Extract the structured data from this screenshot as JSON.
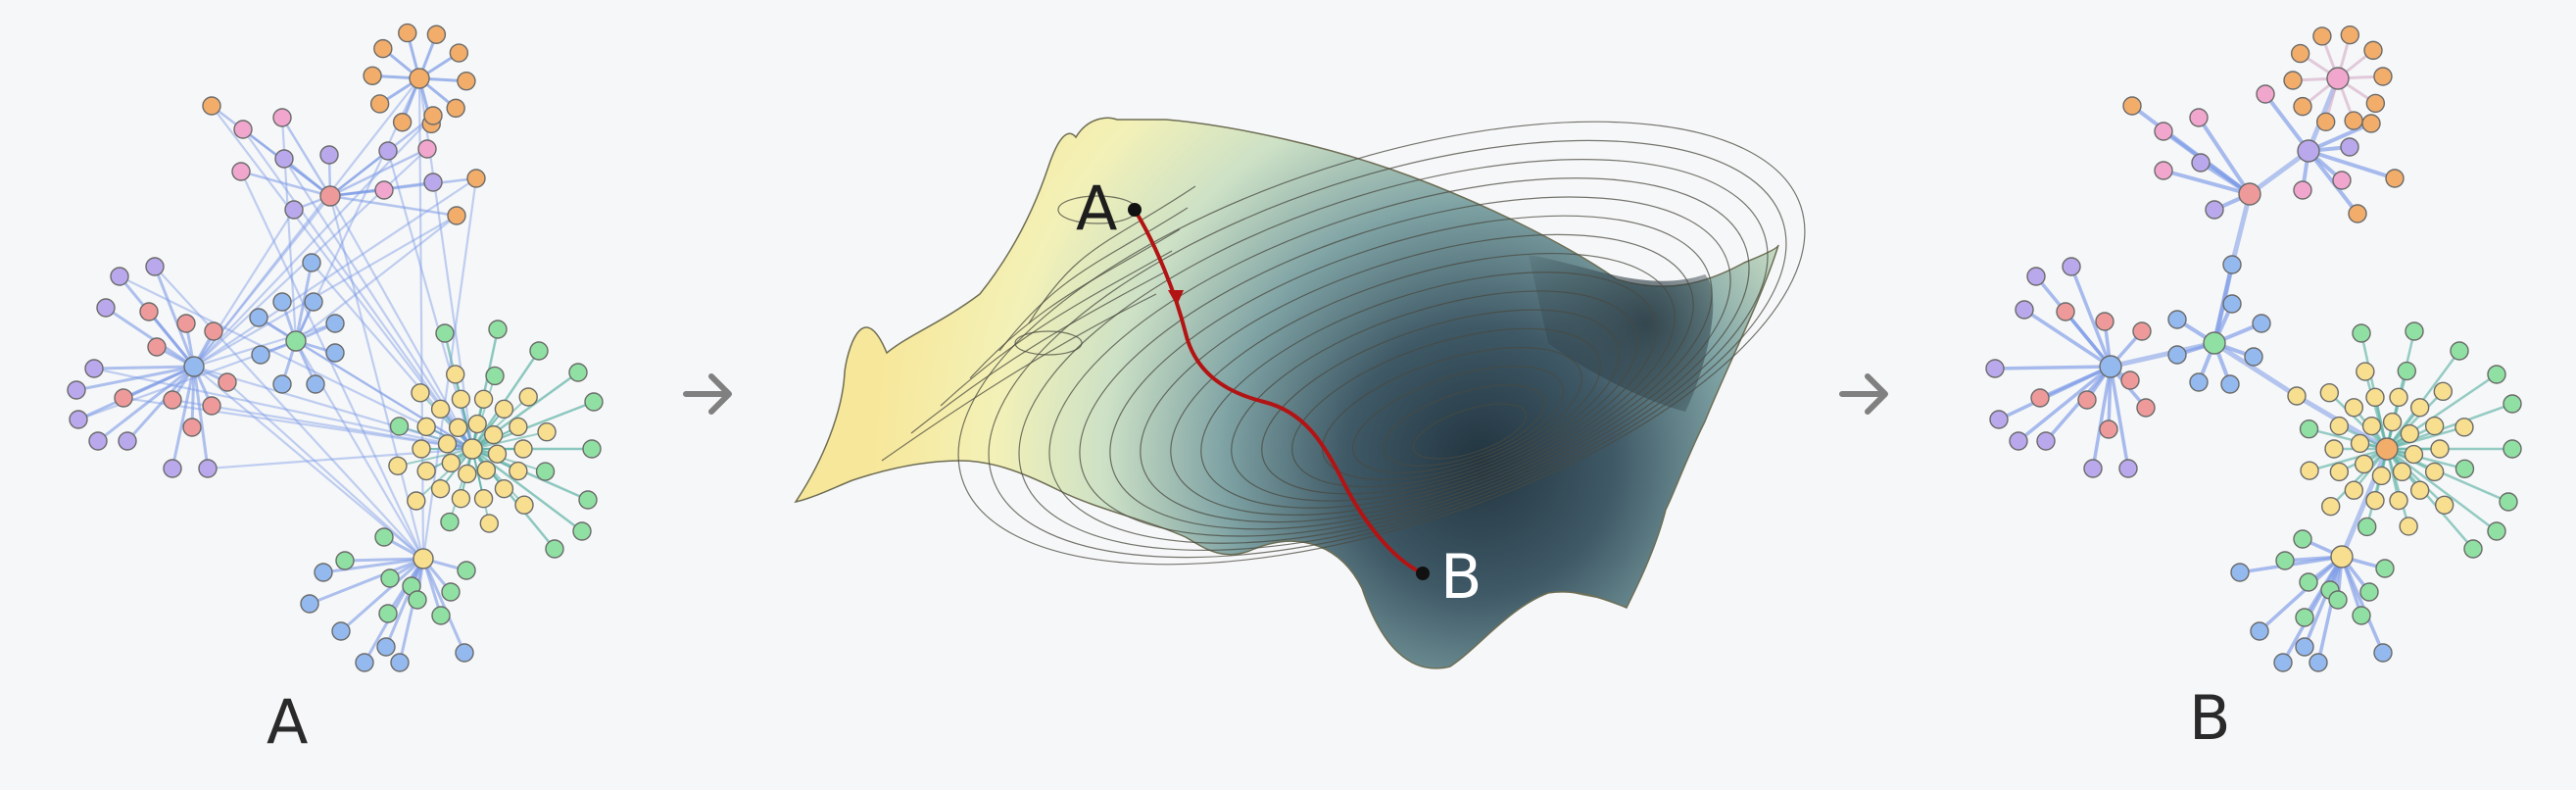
{
  "caption_left": "A",
  "caption_right": "B",
  "landscape_start_label": "A",
  "landscape_end_label": "B",
  "colors": {
    "background": "#f6f7f8",
    "edge_blue": "#7b9ae6",
    "edge_teal": "#5fb3a6",
    "path_red": "#b21414",
    "arrow_gray": "#808080",
    "node_orange": "#f2ad6b",
    "node_pink": "#f0a6cd",
    "node_purple": "#b9a8ec",
    "node_red": "#ee9a9a",
    "node_blue": "#93b9ef",
    "node_green": "#8fe0a2",
    "node_yellow": "#f7df8f"
  },
  "icons": [
    "arrow-right-icon",
    "arrow-right-icon"
  ]
}
